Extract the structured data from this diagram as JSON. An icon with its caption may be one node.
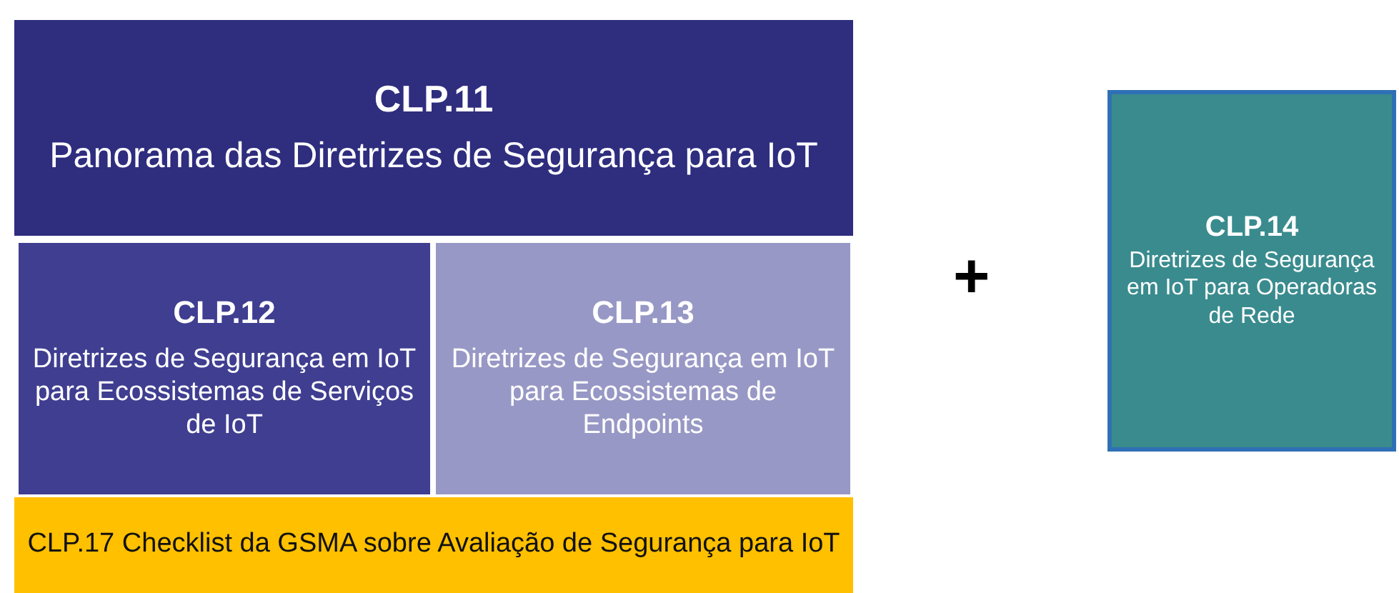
{
  "diagram": {
    "nodes": [
      {
        "text": [
          "CLP.11",
          "Panorama das Diretrizes de Segurança para IoT"
        ]
      },
      {
        "text": [
          "CLP.12",
          "Diretrizes de Segurança em IoT para Ecossistemas de Serviços de IoT"
        ]
      },
      {
        "text": [
          "CLP.13",
          "Diretrizes de Segurança em IoT para Ecossistemas de Endpoints"
        ]
      },
      {
        "text": [
          "CLP.17 Checklist da GSMA sobre Avaliação de Segurança para IoT"
        ]
      },
      {
        "text": [
          "CLP.14",
          "Diretrizes de Segurança em IoT para Operadoras de Rede"
        ]
      }
    ],
    "labels": [
      "+"
    ]
  }
}
